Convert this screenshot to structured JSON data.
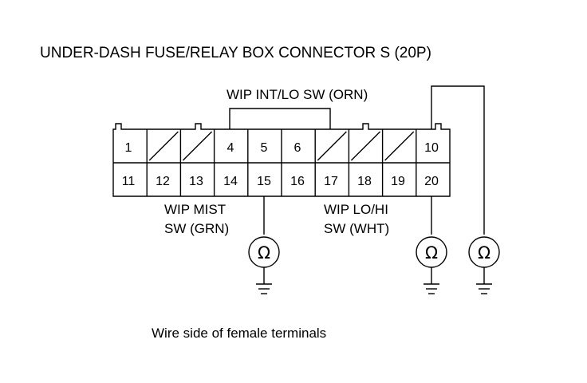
{
  "title": "UNDER-DASH FUSE/RELAY BOX CONNECTOR S (20P)",
  "caption": "Wire side of female terminals",
  "connector": {
    "top_row": [
      "1",
      "",
      "",
      "4",
      "5",
      "6",
      "",
      "",
      "",
      "10"
    ],
    "bottom_row": [
      "11",
      "12",
      "13",
      "14",
      "15",
      "16",
      "17",
      "18",
      "19",
      "20"
    ],
    "unused_cavities": [
      2,
      3,
      7,
      8,
      9
    ]
  },
  "labels": {
    "int_lo": "WIP INT/LO SW (ORN)",
    "mist_1": "WIP MIST",
    "mist_2": "SW (GRN)",
    "lohi_1": "WIP LO/HI",
    "lohi_2": "SW (WHT)"
  },
  "meters": [
    {
      "symbol": "Ω",
      "terminal": "15"
    },
    {
      "symbol": "Ω",
      "terminal": "20"
    },
    {
      "symbol": "Ω",
      "terminal": "10"
    }
  ]
}
